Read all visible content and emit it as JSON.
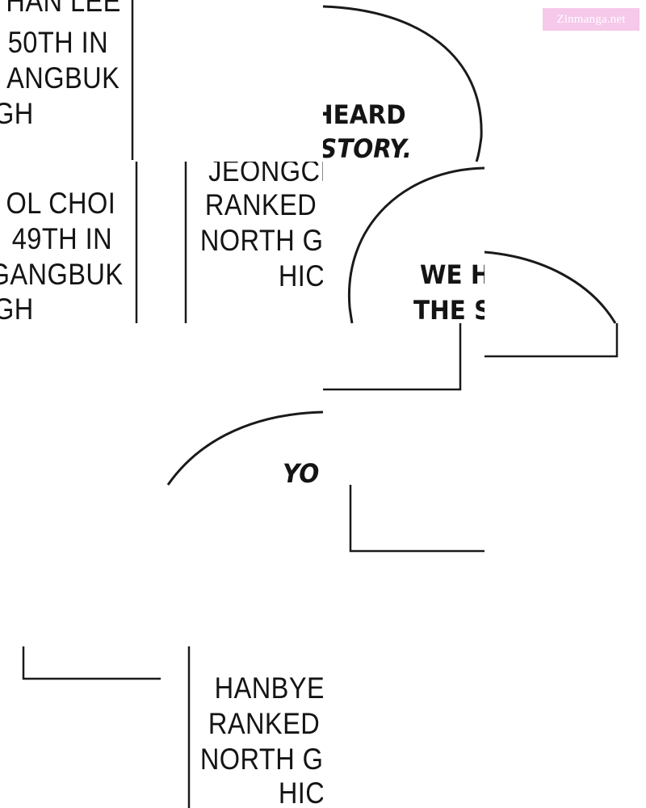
{
  "captions": {
    "top_left": [
      "HAN LEE",
      " 50TH IN",
      "ANGBUK",
      "GH"
    ],
    "mid_left": [
      "OL CHOI",
      " 49TH IN",
      "GANGBUK",
      "GH"
    ],
    "mid_center": [
      "JEONGCI",
      "RANKED",
      "NORTH G",
      "HIC"
    ],
    "bottom_center": [
      "HANBYE",
      "RANKED",
      "NORTH G",
      "HIC"
    ]
  },
  "bubbles": {
    "heard": [
      "HEARD",
      "STORY."
    ],
    "we_h": [
      "WE H",
      "THE SU"
    ],
    "yo": [
      "YO"
    ]
  },
  "watermark": {
    "text": "Zinmanga.net",
    "color": "#f6c8ea"
  }
}
